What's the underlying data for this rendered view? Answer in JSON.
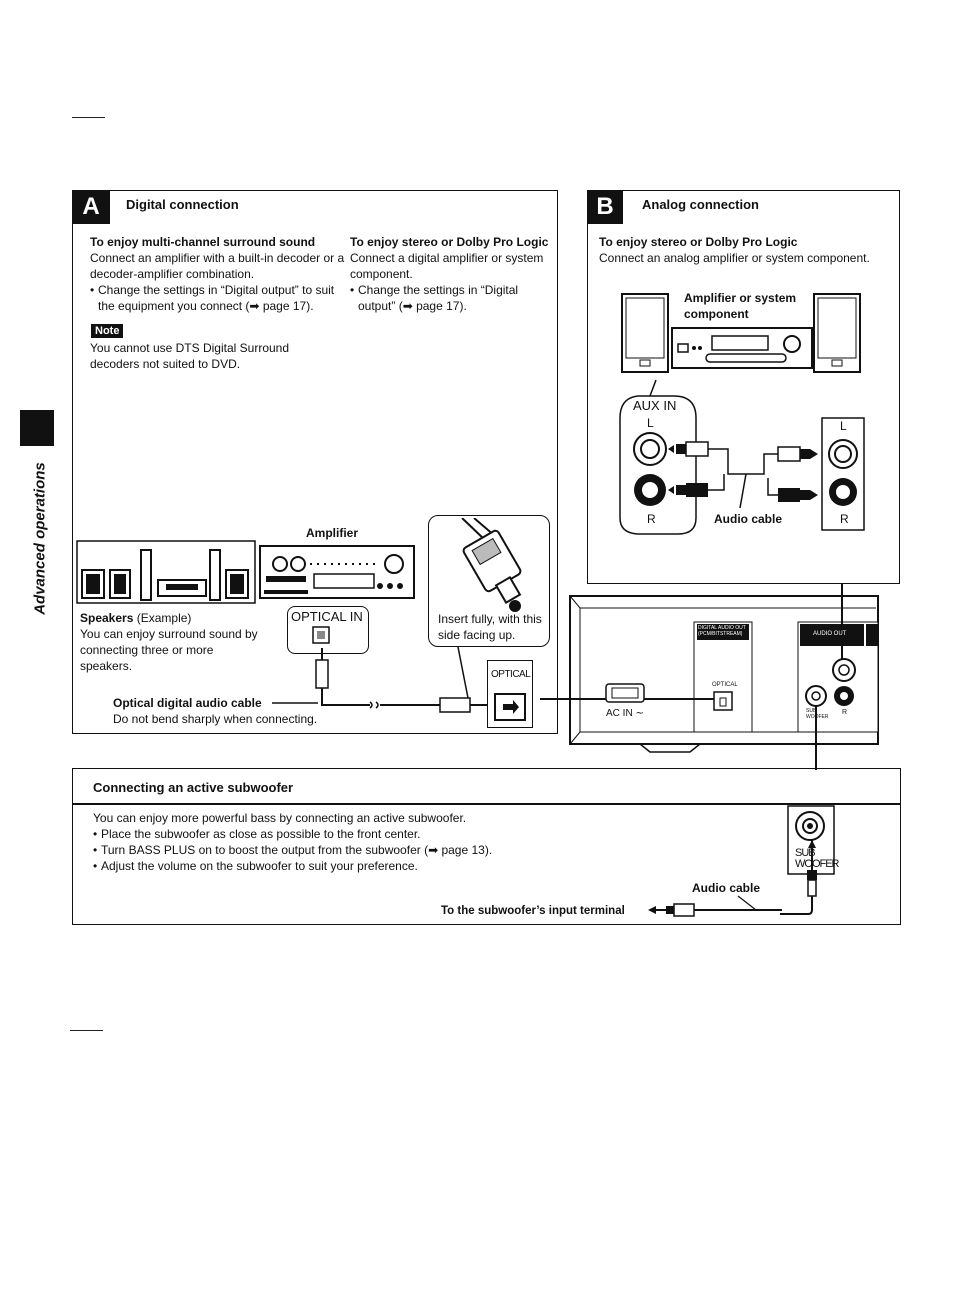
{
  "side_tab": {
    "label": "Advanced operations"
  },
  "section_a": {
    "badge": "A",
    "title": "Digital connection",
    "left": {
      "heading": "To enjoy multi-channel surround sound",
      "body": "Connect an amplifier with a built-in decoder or a decoder-amplifier combination.",
      "bullet": "Change the settings in “Digital output” to suit the equipment you connect (➡ page 17)."
    },
    "right": {
      "heading": "To enjoy stereo or Dolby Pro Logic",
      "body": "Connect a digital amplifier or system component.",
      "bullet": "Change the settings in “Digital output” (➡ page 17)."
    },
    "note": {
      "tag": "Note",
      "text": "You cannot use DTS Digital Surround decoders not suited to DVD."
    },
    "amplifier_label": "Amplifier",
    "speakers": {
      "label": "Speakers",
      "example": "(Example)",
      "text": "You can enjoy surround sound by connecting three or more speakers."
    },
    "optical_in": "OPTICAL IN",
    "insert_text": "Insert fully, with this side facing up.",
    "optical_port": "OPTICAL",
    "cable": {
      "label": "Optical digital audio cable",
      "note": "Do not bend sharply when connecting."
    }
  },
  "section_b": {
    "badge": "B",
    "title": "Analog connection",
    "heading": "To enjoy stereo or Dolby Pro Logic",
    "body": "Connect an analog amplifier or system component.",
    "amp_label": "Amplifier or system component",
    "aux_in": "AUX IN",
    "l": "L",
    "r": "R",
    "audio_cable": "Audio cable"
  },
  "player_back": {
    "digital_audio_out": "DIGITAL AUDIO OUT (PCM/BITSTREAM)",
    "optical": "OPTICAL",
    "ac_in": "AC IN ∼",
    "audio_out": "AUDIO OUT",
    "sub_woofer": "SUB WOOFER",
    "r": "R"
  },
  "subwoofer": {
    "title": "Connecting an active subwoofer",
    "intro": "You can enjoy more powerful bass by connecting an active subwoofer.",
    "bullets": [
      "Place the subwoofer as close as possible to the front center.",
      "Turn BASS PLUS on to boost the output from the subwoofer (➡ page 13).",
      "Adjust the volume on the subwoofer to suit your preference."
    ],
    "audio_cable": "Audio cable",
    "terminal": "To the subwoofer’s input terminal",
    "jack_label_1": "SUB",
    "jack_label_2": "WOOFER"
  }
}
